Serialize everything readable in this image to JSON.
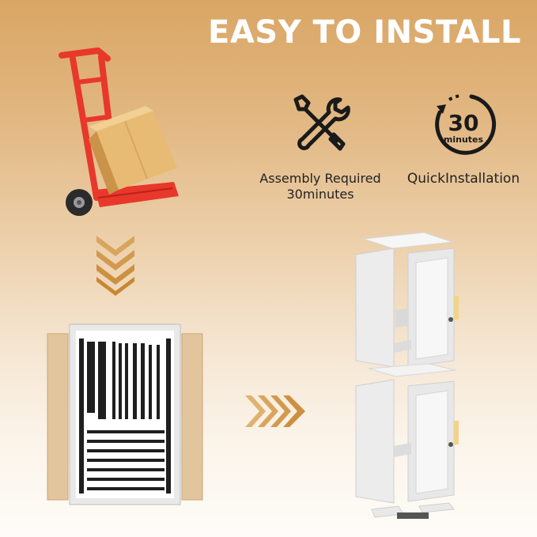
{
  "headline": "EASY TO INSTALL",
  "features": [
    {
      "icon": "tools-icon",
      "label_line1": "Assembly Required",
      "label_line2": "30minutes"
    },
    {
      "icon": "timer-30-icon",
      "badge_number": "30",
      "badge_unit": "minutes",
      "label_line1": "QuickInstallation"
    }
  ],
  "colors": {
    "background_top": "#d9a665",
    "background_bottom": "#fefcf8",
    "headline": "#ffffff",
    "arrow": "#cf9443",
    "cart": "#e8382b",
    "box": "#e7bb73",
    "cabinet": "#f1f1f1"
  }
}
